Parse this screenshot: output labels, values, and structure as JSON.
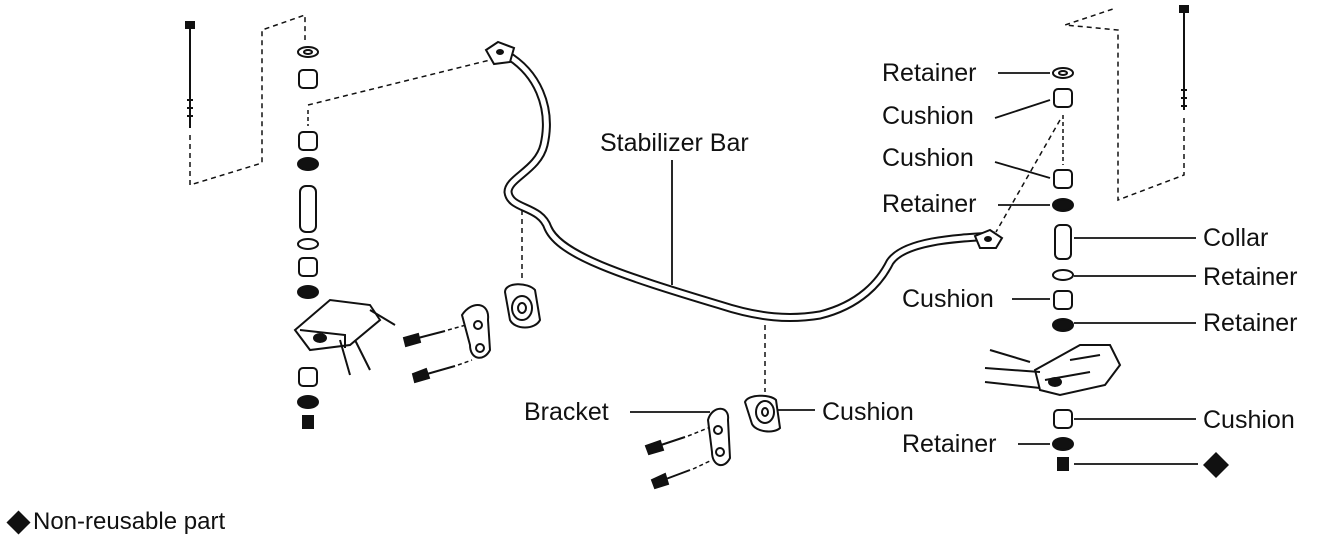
{
  "labels": {
    "stabilizer_bar": "Stabilizer Bar",
    "bracket": "Bracket",
    "cushion_center": "Cushion",
    "right_retainer_1": "Retainer",
    "right_cushion_1": "Cushion",
    "right_cushion_2": "Cushion",
    "right_retainer_2": "Retainer",
    "collar": "Collar",
    "right_retainer_3": "Retainer",
    "right_cushion_3": "Cushion",
    "right_retainer_4": "Retainer",
    "right_cushion_4": "Cushion",
    "right_retainer_5": "Retainer"
  },
  "legend": {
    "symbol": "diamond-icon",
    "text": "Non-reusable part"
  }
}
